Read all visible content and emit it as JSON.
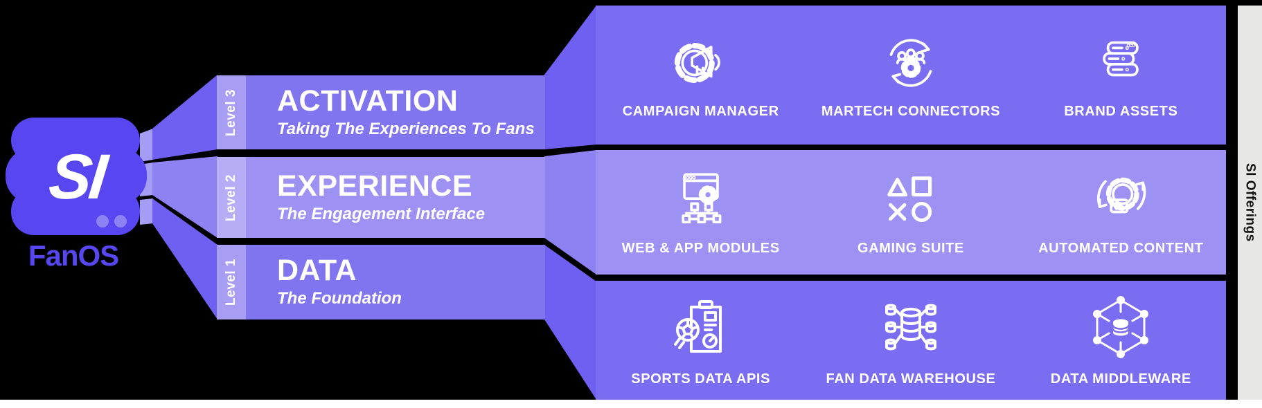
{
  "logo": {
    "mark": "SI",
    "product": "FanOS"
  },
  "sidebar_label": "SI Offerings",
  "levels": [
    {
      "tag": "Level 3",
      "title": "ACTIVATION",
      "subtitle": "Taking The Experiences To Fans"
    },
    {
      "tag": "Level 2",
      "title": "EXPERIENCE",
      "subtitle": "The Engagement Interface"
    },
    {
      "tag": "Level 1",
      "title": "DATA",
      "subtitle": "The Foundation"
    }
  ],
  "offerings": [
    {
      "level": "Level 3",
      "items": [
        {
          "label": "CAMPAIGN MANAGER",
          "icon": "campaign-manager-icon"
        },
        {
          "label": "MARTECH CONNECTORS",
          "icon": "martech-connectors-icon"
        },
        {
          "label": "BRAND ASSETS",
          "icon": "brand-assets-icon"
        }
      ]
    },
    {
      "level": "Level 2",
      "items": [
        {
          "label": "WEB & APP MODULES",
          "icon": "web-app-modules-icon"
        },
        {
          "label": "GAMING SUITE",
          "icon": "gaming-suite-icon"
        },
        {
          "label": "AUTOMATED CONTENT",
          "icon": "automated-content-icon"
        }
      ]
    },
    {
      "level": "Level 1",
      "items": [
        {
          "label": "SPORTS DATA APIS",
          "icon": "sports-data-apis-icon"
        },
        {
          "label": "FAN DATA WAREHOUSE",
          "icon": "fan-data-warehouse-icon"
        },
        {
          "label": "DATA MIDDLEWARE",
          "icon": "data-middleware-icon"
        }
      ]
    }
  ],
  "colors": {
    "background": "#000000",
    "accent": "#5847f0",
    "fan_dark": "#6f60f1",
    "fan_mid": "#8e81f2",
    "strip_light": "#a59cf4",
    "bar_dark": "#8174ef",
    "bar_light": "#9d92f3",
    "tag_dark": "#a79ef4",
    "tag_light": "#b6adf6",
    "panel_dark": "#7b6df1",
    "panel_light": "#9d92f4",
    "strip_gray": "#e7e7e5",
    "dot": "#8d82f3",
    "white": "#ffffff"
  }
}
